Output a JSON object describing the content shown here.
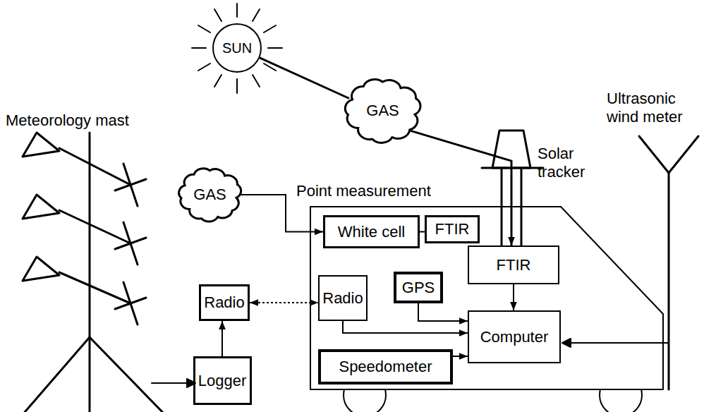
{
  "diagram": {
    "nodes": [
      {
        "text": [
          "SUN"
        ]
      },
      {
        "text": [
          "GAS"
        ]
      },
      {
        "text": [
          "GAS"
        ]
      },
      {
        "text": [
          "White cell"
        ]
      },
      {
        "text": [
          "FTIR"
        ]
      },
      {
        "text": [
          "FTIR"
        ]
      },
      {
        "text": [
          "Radio"
        ]
      },
      {
        "text": [
          "Radio"
        ]
      },
      {
        "text": [
          "GPS"
        ]
      },
      {
        "text": [
          "Computer"
        ]
      },
      {
        "text": [
          "Speedometer"
        ]
      },
      {
        "text": [
          "Logger"
        ]
      }
    ],
    "edges": [
      {
        "from": 0,
        "to": 1,
        "arrow": "none"
      },
      {
        "from": 1,
        "to": 5,
        "arrow": "to"
      },
      {
        "from": 2,
        "to": 3,
        "arrow": "to"
      },
      {
        "from": 3,
        "to": 4,
        "arrow": "none"
      },
      {
        "from": 5,
        "to": 9,
        "arrow": "to"
      },
      {
        "from": 6,
        "to": 7,
        "arrow": "both"
      },
      {
        "from": 11,
        "to": 6,
        "arrow": "to"
      },
      {
        "from": 7,
        "to": 9,
        "arrow": "to"
      },
      {
        "from": 8,
        "to": 9,
        "arrow": "to"
      },
      {
        "from": 10,
        "to": 9,
        "arrow": "to"
      }
    ],
    "labels": [
      "Meteorology mast",
      "Point measurement",
      "Solar tracker",
      "Ultrasonic wind meter"
    ]
  }
}
